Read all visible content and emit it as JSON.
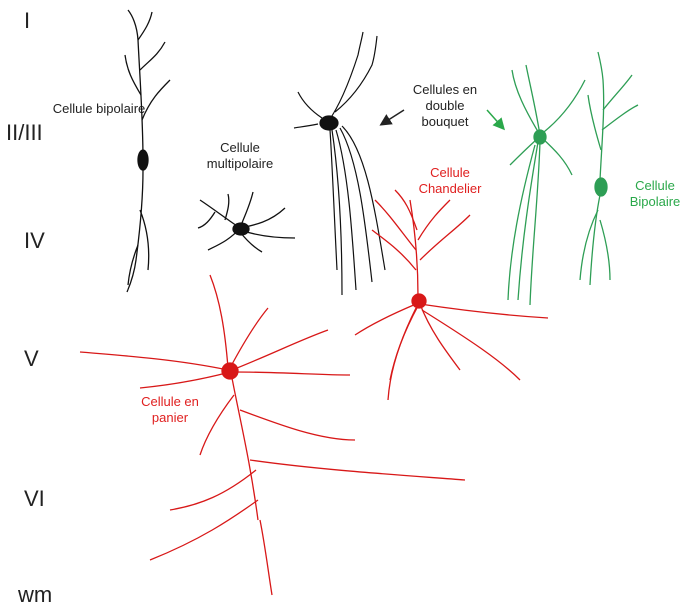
{
  "layers": [
    "I",
    "II/III",
    "IV",
    "V",
    "VI",
    "wm"
  ],
  "labels": {
    "bipolar_black": "Cellule bipolaire",
    "multipolar": "Cellule\nmultipolaire",
    "double_bouquet": "Cellules en\ndouble\nbouquet",
    "chandelier": "Cellule\nChandelier",
    "bipolar_green": "Cellule\nBipolaire",
    "basket": "Cellule en\npanier"
  },
  "colors": {
    "black_cell": "#111111",
    "red_cell": "#d81818",
    "green_cell": "#2e9e55",
    "arrow_black": "#222222",
    "arrow_green": "#2aa84a"
  }
}
